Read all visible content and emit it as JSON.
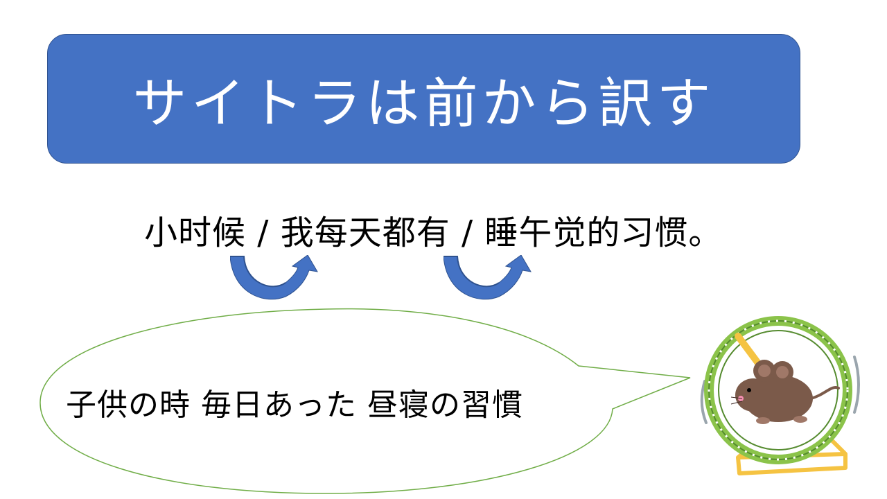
{
  "slide": {
    "title": "サイトラは前から訳す",
    "sentence": "小时候 / 我每天都有 / 睡午觉的习惯。",
    "translation": "子供の時 毎日あった 昼寝の習慣"
  },
  "icons": {
    "curved_arrow": "curved-arrow-icon",
    "hamster": "hamster-wheel-illustration"
  },
  "colors": {
    "title_fill": "#4472c4",
    "arrow_fill": "#4472c4",
    "bubble_stroke": "#70ad47",
    "wheel_green": "#8bc34a",
    "wheel_stand": "#f5c342",
    "mouse_brown": "#7b5a4a"
  }
}
